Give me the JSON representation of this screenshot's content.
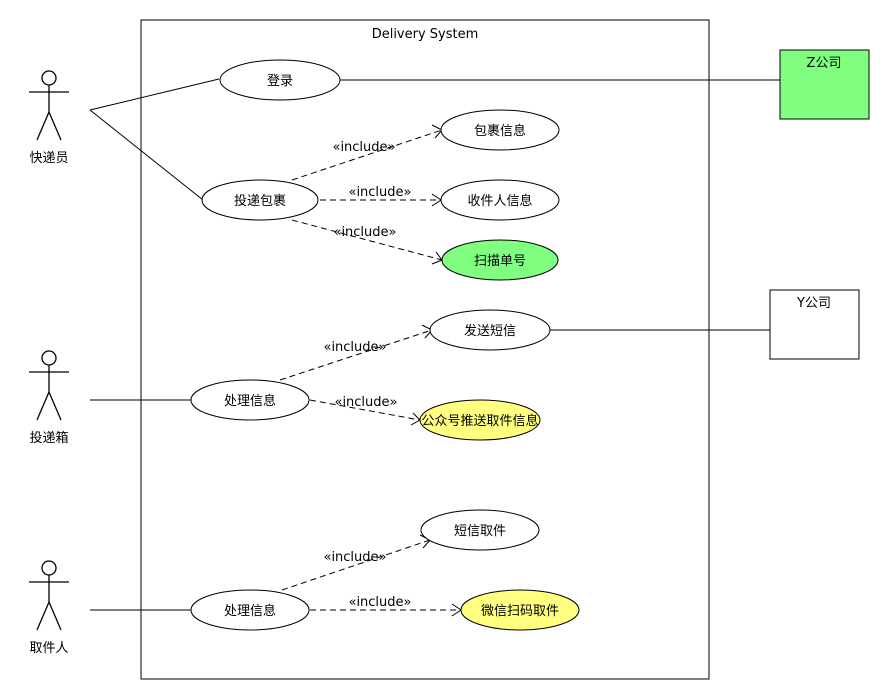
{
  "system": {
    "title": "Delivery System"
  },
  "colors": {
    "green": "#80ff80",
    "yellow": "#ffff80",
    "white": "#ffffff"
  },
  "actors": {
    "courier": "快递员",
    "locker": "投递箱",
    "receiver": "取件人"
  },
  "external": {
    "z_company": "Z公司",
    "y_company": "Y公司"
  },
  "usecases": {
    "login": "登录",
    "deliver": "投递包裹",
    "package_info": "包裹信息",
    "recipient_info": "收件人信息",
    "scan_number": "扫描单号",
    "send_sms": "发送短信",
    "process_info_1": "处理信息",
    "wechat_push": "公众号推送取件信息",
    "sms_pickup": "短信取件",
    "process_info_2": "处理信息",
    "wechat_scan": "微信扫码取件"
  },
  "relations": {
    "include": "«include»"
  }
}
